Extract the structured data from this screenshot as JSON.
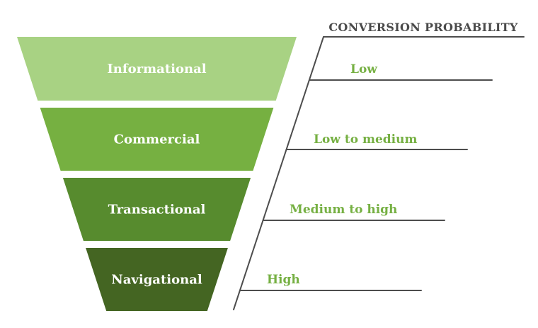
{
  "title": "CONVERSION PROBABILITY",
  "funnel": {
    "stages": [
      {
        "label": "Informational",
        "probability": "Low",
        "color": "#a8d283"
      },
      {
        "label": "Commercial",
        "probability": "Low to medium",
        "color": "#76b041"
      },
      {
        "label": "Transactional",
        "probability": "Medium to high",
        "color": "#578b2e"
      },
      {
        "label": "Navigational",
        "probability": "High",
        "color": "#446522"
      }
    ]
  },
  "colors": {
    "probability_label_green": "#76b043",
    "title_gray": "#4a4a4a",
    "line_gray": "#4d4d4d",
    "stage_text_white": "#ffffff",
    "background": "#ffffff"
  }
}
